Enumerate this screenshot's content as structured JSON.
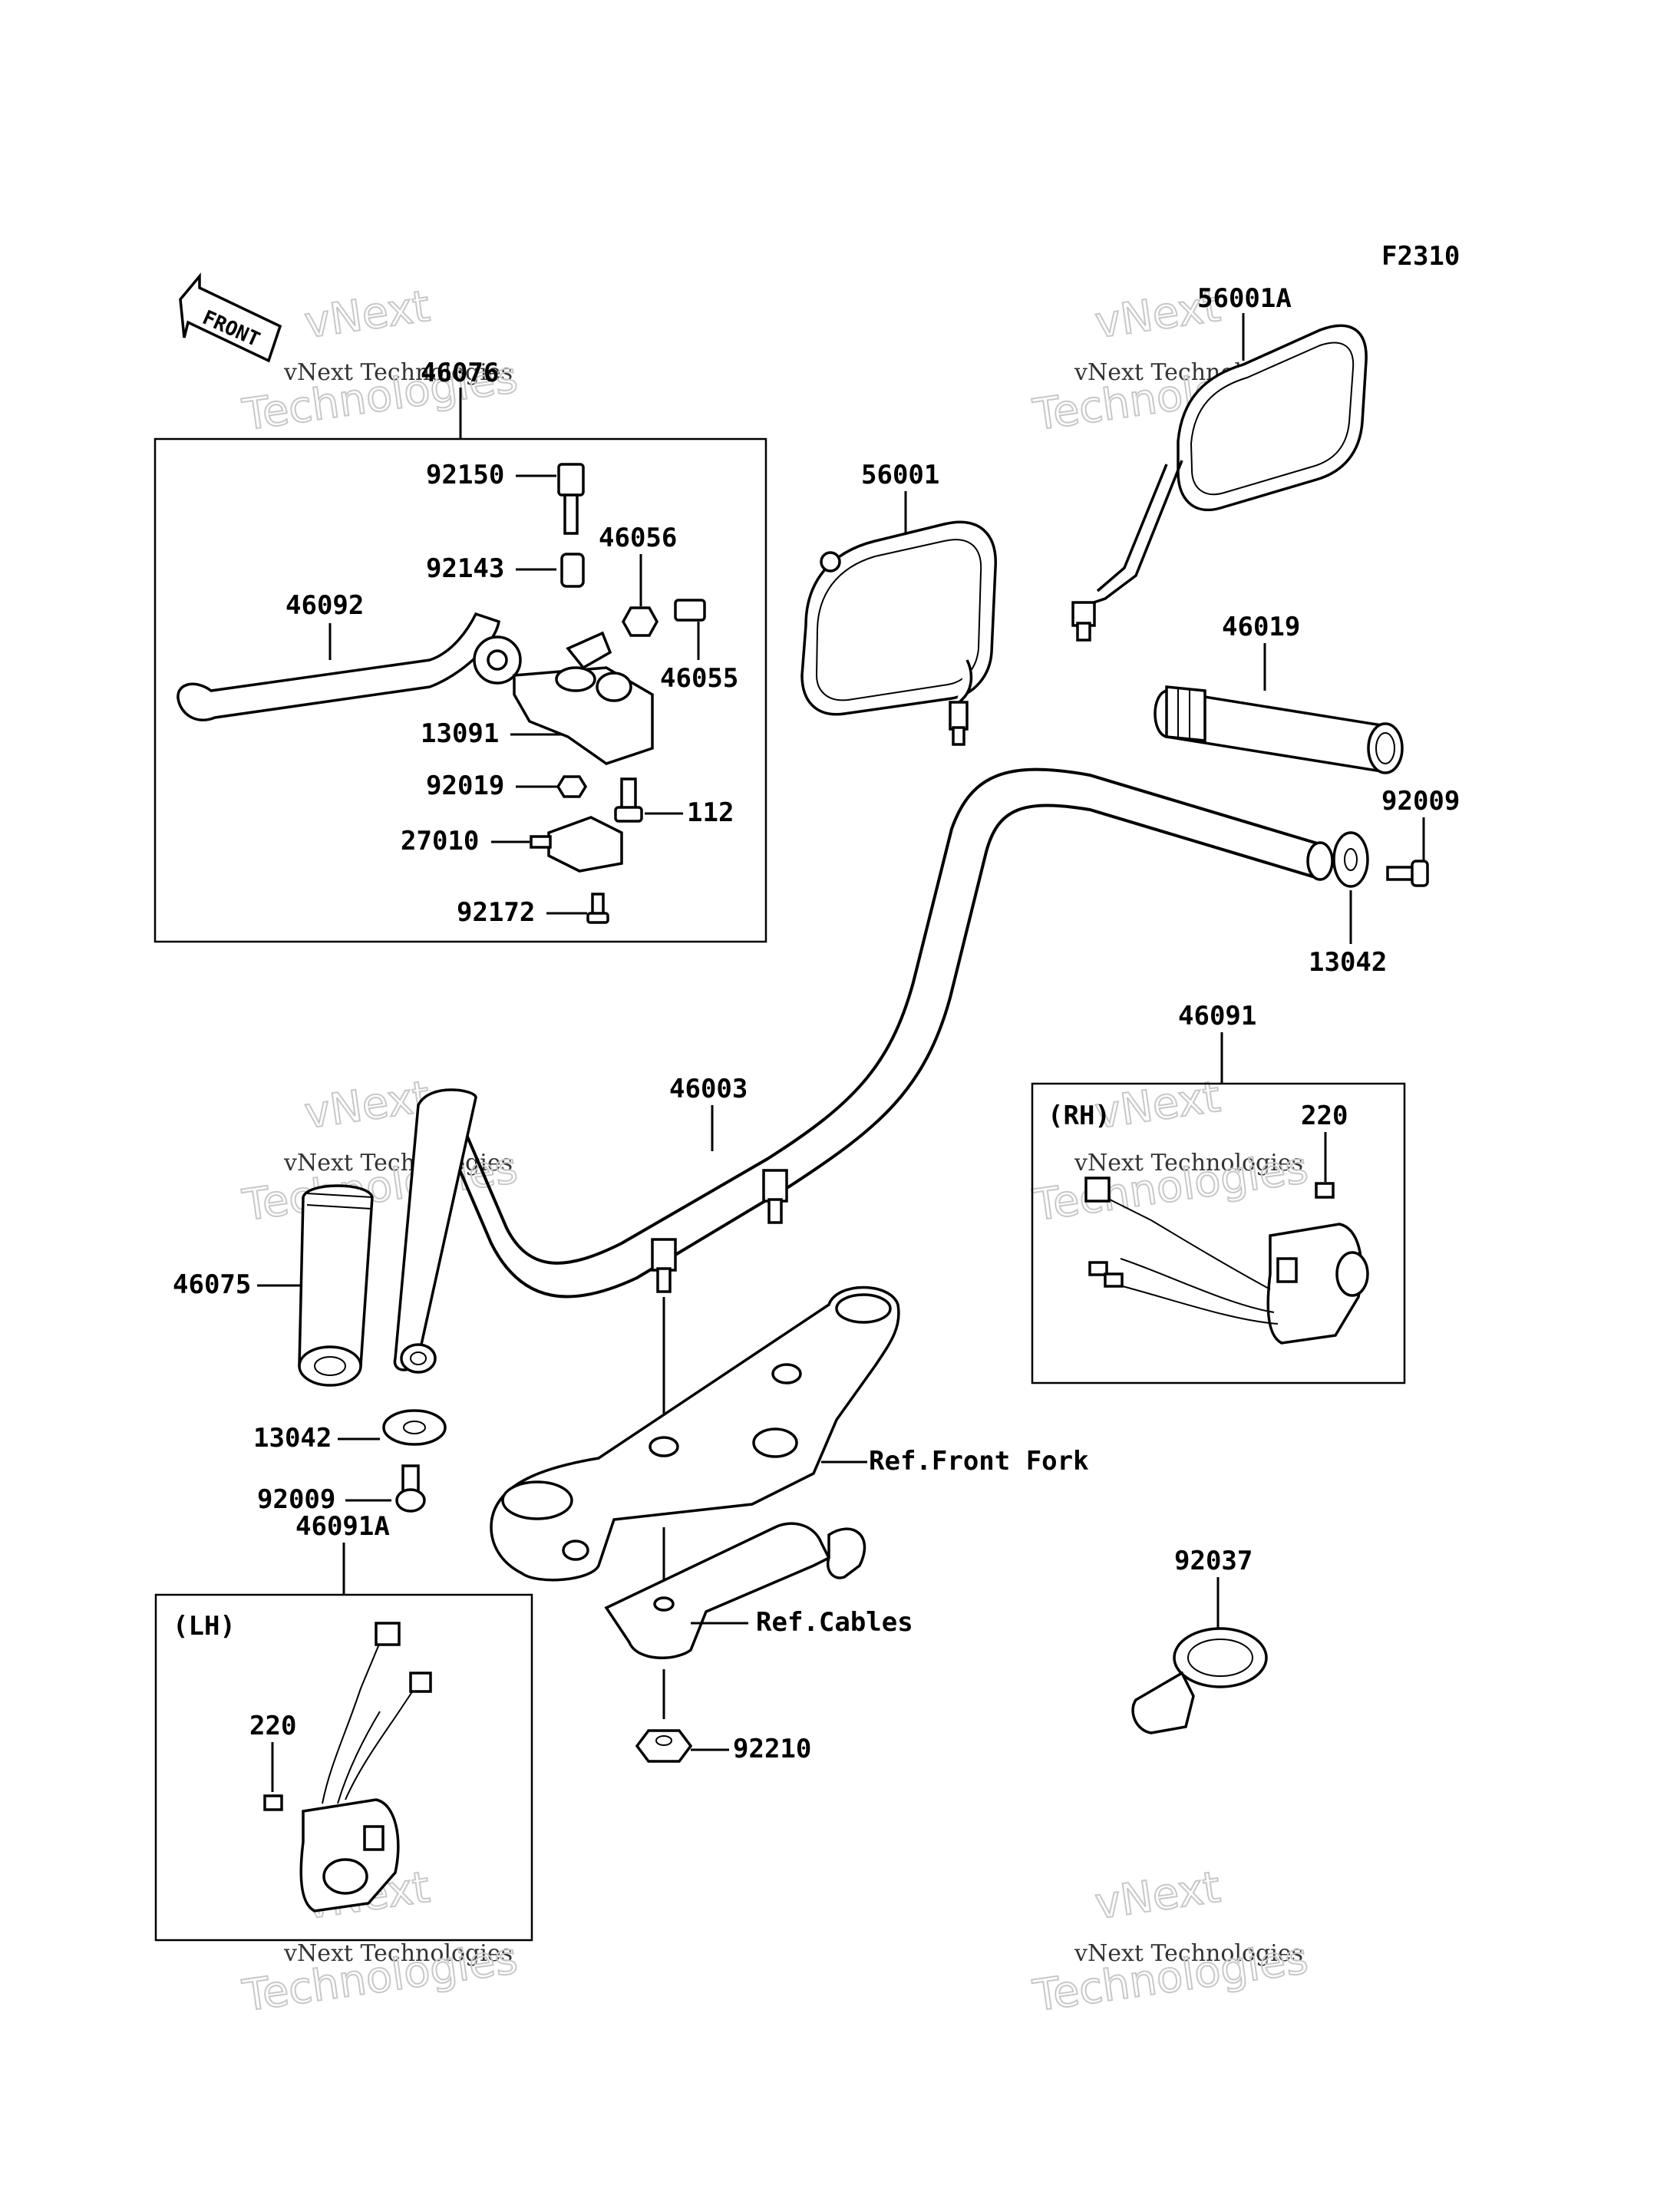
{
  "figure_id": "F2310",
  "front_arrow": "FRONT",
  "watermark": {
    "small": "vNext Technologies",
    "big_line1": "vNext",
    "big_line2": "Technologies"
  },
  "labels": {
    "p46076": "46076",
    "p92150": "92150",
    "p92143": "92143",
    "p46056": "46056",
    "p46092": "46092",
    "p46055": "46055",
    "p13091": "13091",
    "p92019": "92019",
    "p112": "112",
    "p27010": "27010",
    "p92172": "92172",
    "p56001": "56001",
    "p56001A": "56001A",
    "p46019": "46019",
    "p92009_r": "92009",
    "p13042_r": "13042",
    "p46003": "46003",
    "p46091": "46091",
    "rh": "(RH)",
    "p220_r": "220",
    "p46075": "46075",
    "p13042_l": "13042",
    "p92009_l": "92009",
    "ref_front_fork": "Ref.Front Fork",
    "p46091A": "46091A",
    "lh": "(LH)",
    "p220_l": "220",
    "ref_cables": "Ref.Cables",
    "p92037": "92037",
    "p92210": "92210"
  }
}
